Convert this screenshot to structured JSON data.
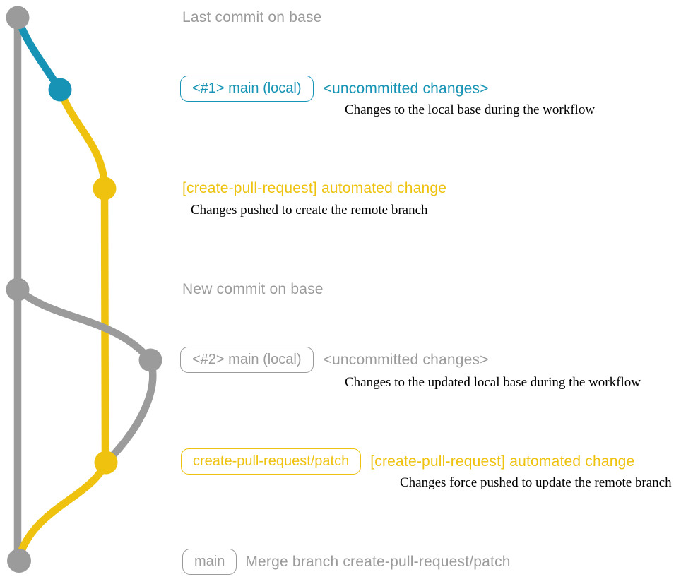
{
  "colors": {
    "gray": "#9b9b9b",
    "teal": "#1794b5",
    "yellow": "#eec20e",
    "ink": "#000000"
  },
  "graph": {
    "node_names": [
      "last-commit-on-base",
      "uncommitted-changes-1",
      "automated-change-1",
      "new-commit-on-base",
      "uncommitted-changes-2",
      "automated-change-2",
      "merge-commit"
    ]
  },
  "rows": {
    "last_commit_label": "Last commit on base",
    "local1": {
      "badge": "<#1> main (local)",
      "title": "<uncommitted changes>",
      "desc": "Changes to the local base during the workflow"
    },
    "auto1": {
      "title": "[create-pull-request] automated change",
      "desc": "Changes pushed to create the remote branch"
    },
    "new_commit_label": "New commit on base",
    "local2": {
      "badge": "<#2> main (local)",
      "title": "<uncommitted changes>",
      "desc": "Changes to the updated local base during the workflow"
    },
    "auto2": {
      "badge": "create-pull-request/patch",
      "title": "[create-pull-request] automated change",
      "desc": "Changes force pushed to update the remote branch"
    },
    "merge": {
      "badge": "main",
      "title": "Merge branch create-pull-request/patch"
    }
  }
}
